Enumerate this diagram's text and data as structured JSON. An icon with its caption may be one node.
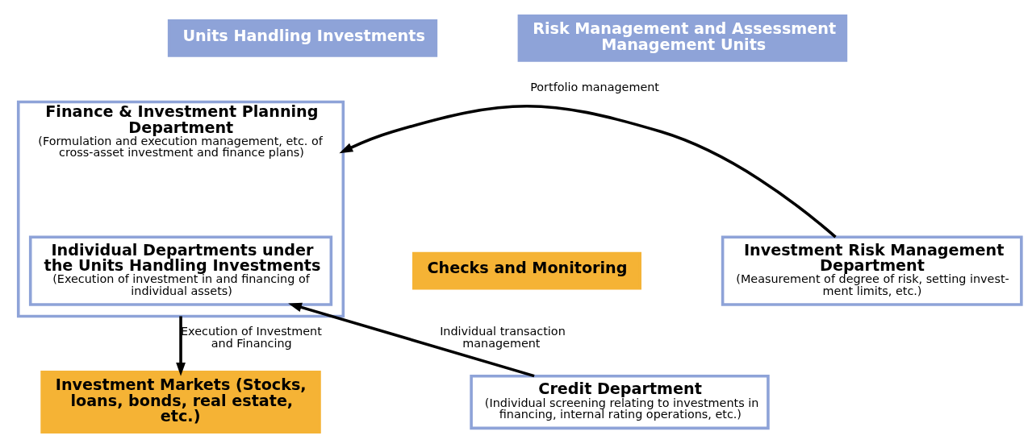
{
  "diagram": {
    "nodes": [
      {
        "text": [
          "Units Handling Investments"
        ]
      },
      {
        "text": [
          "Risk Management and Assessment Management Units"
        ]
      },
      {
        "text": [
          "Finance & Investment Planning Department",
          "(Formulation and execution management, etc. of cross-asset investment and finance plans)"
        ]
      },
      {
        "text": [
          "Individual Departments under the Units Handling Investments",
          "(Execution of investment in and financing of individual assets)"
        ],
        "in": 2
      },
      {
        "text": [
          "Checks and Monitoring"
        ]
      },
      {
        "text": [
          "Investment Risk Management Department",
          "(Measurement of degree of risk, setting invest-ment limits, etc.)"
        ]
      },
      {
        "text": [
          "Credit Department",
          "(Individual screening relating to investments in financing, internal rating operations, etc.)"
        ]
      },
      {
        "text": [
          "Investment Markets (Stocks, loans, bonds, real estate, etc.)"
        ]
      }
    ],
    "edges": [
      {
        "from": 5,
        "to": 2,
        "arrow": "to",
        "label": "Portfolio management"
      },
      {
        "from": 6,
        "to": 3,
        "arrow": "to",
        "label": "Individual transaction management"
      },
      {
        "from": 2,
        "to": 7,
        "arrow": "to",
        "label": "Execution of Investment and Financing"
      }
    ]
  }
}
